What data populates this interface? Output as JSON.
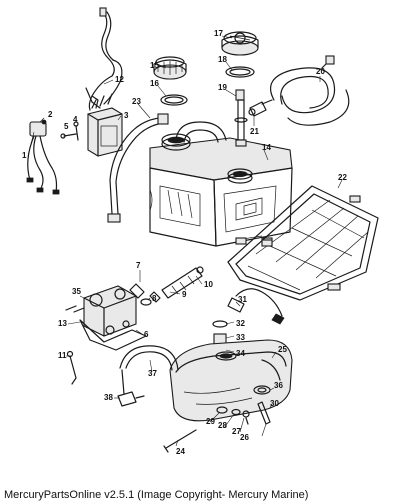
{
  "caption": "MercuryPartsOnline v2.5.1 (Image Copyright- Mercury Marine)",
  "callouts": [
    "1",
    "2",
    "3",
    "4",
    "5",
    "6",
    "7",
    "8",
    "9",
    "10",
    "11",
    "12",
    "13",
    "14",
    "15",
    "16",
    "17",
    "18",
    "19",
    "20",
    "21",
    "22",
    "23",
    "24",
    "25",
    "26",
    "27",
    "28",
    "29",
    "30",
    "31",
    "32",
    "33",
    "34",
    "35",
    "36",
    "37",
    "38"
  ]
}
